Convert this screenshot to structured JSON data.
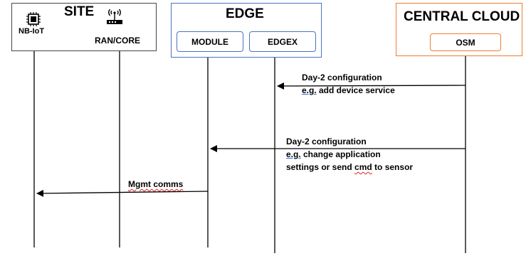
{
  "site": {
    "title": "SITE",
    "nbiot_label": "NB-IoT",
    "ran_label": "RAN/CORE",
    "nbiot_icon": "chip-icon",
    "ran_icon": "antenna-router-icon"
  },
  "edge": {
    "title": "EDGE",
    "module_label": "MODULE",
    "edgex_label": "EDGEX",
    "border_color": "#4a73c4"
  },
  "cloud": {
    "title": "CENTRAL CLOUD",
    "osm_label": "OSM",
    "border_color": "#ed7d31"
  },
  "messages": [
    {
      "from": "OSM",
      "to": "EDGEX",
      "line1": "Day-2 configuration",
      "line2_prefix": "e.g.",
      "line2_rest": " add device service"
    },
    {
      "from": "OSM",
      "to": "MODULE",
      "line1": "Day-2 configuration",
      "line2_prefix": "e.g.",
      "line2_rest": " change application",
      "line3_a": "settings or send ",
      "line3_b": "cmd",
      "line3_c": " to sensor"
    },
    {
      "from": "MODULE",
      "to": "NB-IoT",
      "line1": "Mgmt comms"
    }
  ]
}
